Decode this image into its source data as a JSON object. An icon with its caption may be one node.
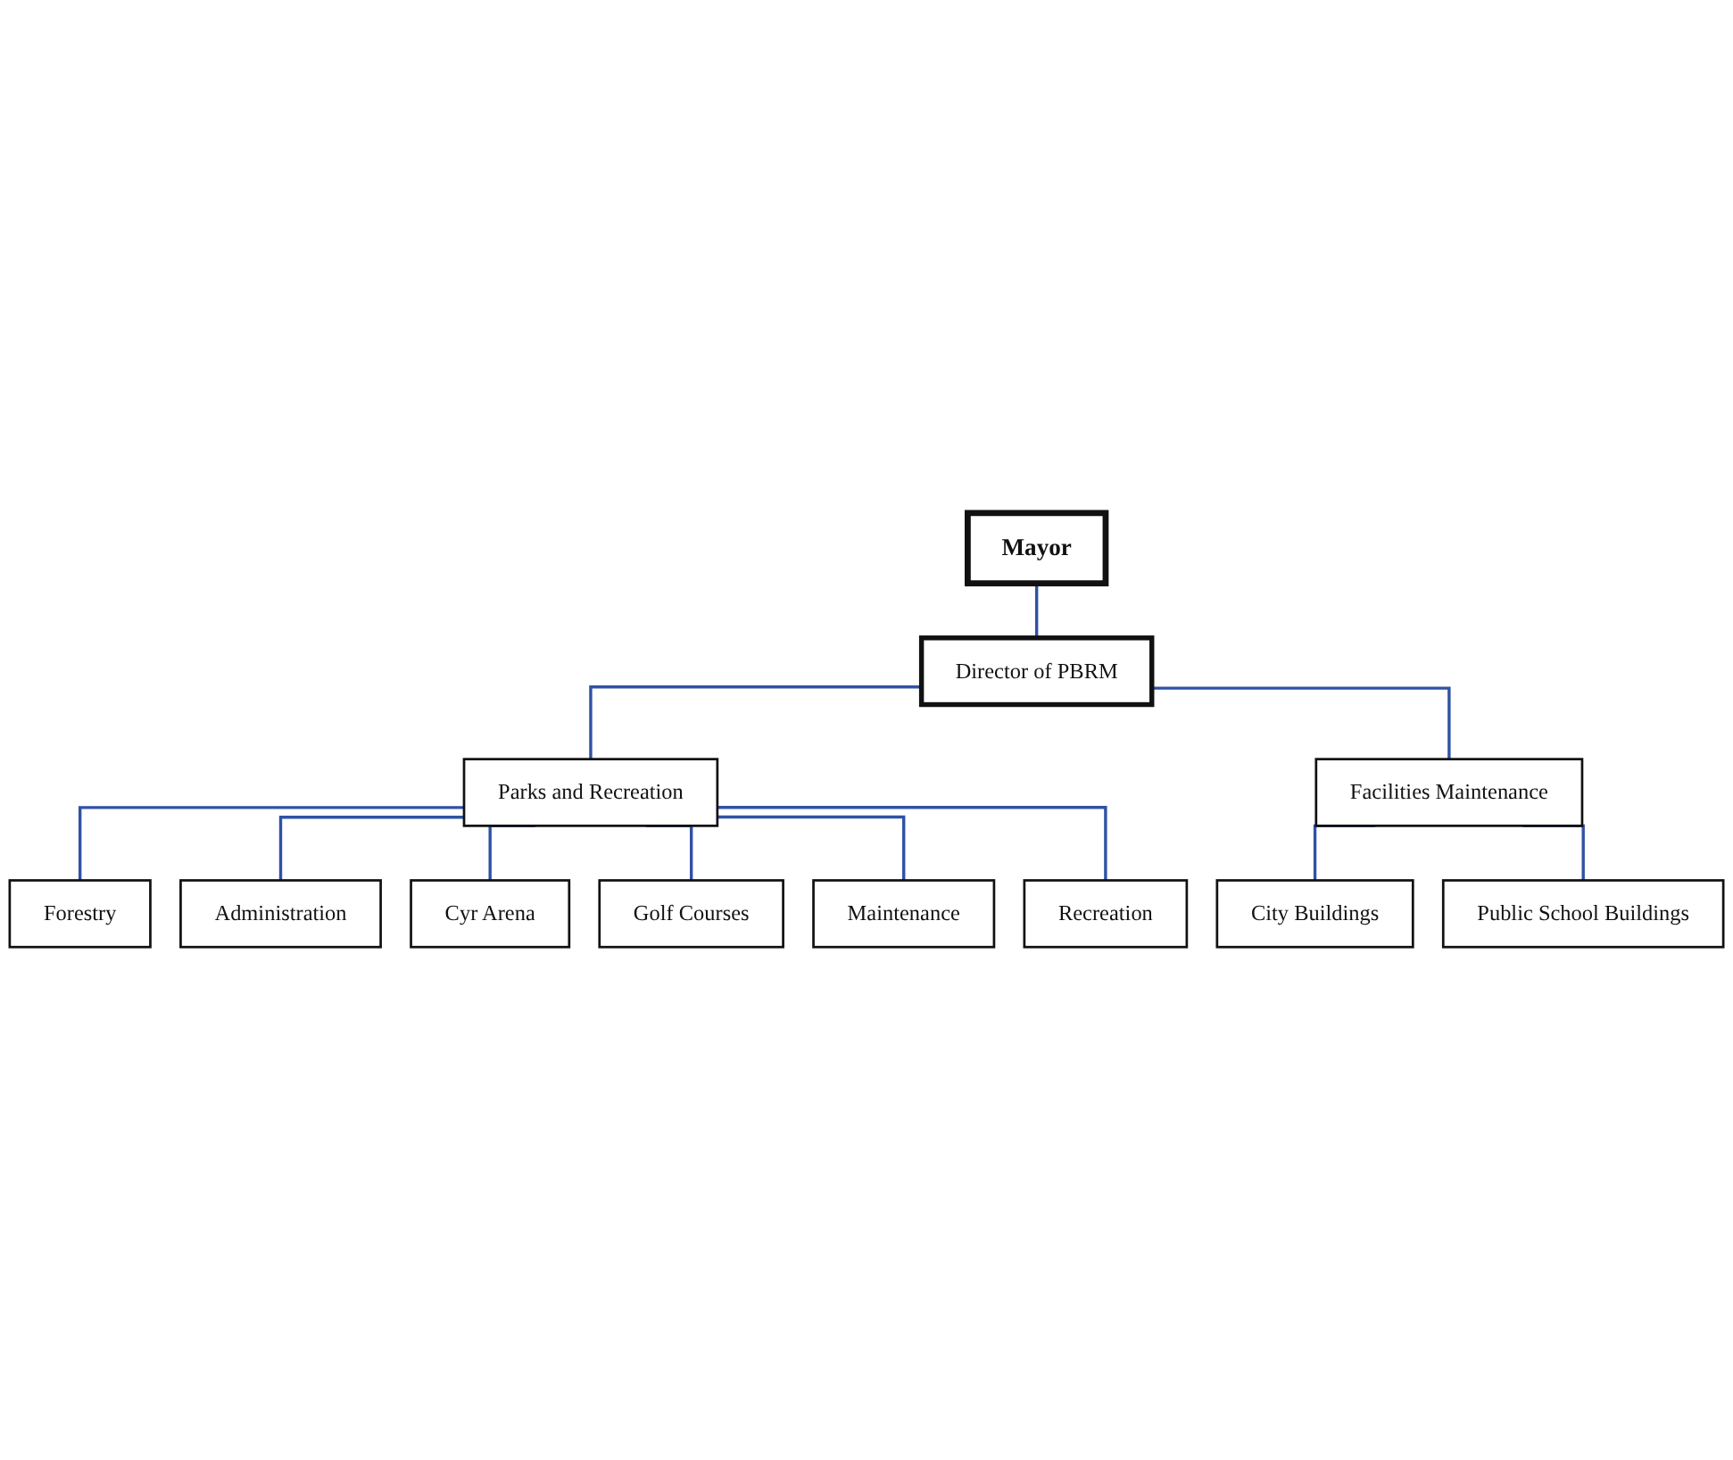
{
  "diagram": {
    "nodes": [
      {
        "text": [
          "Mayor"
        ]
      },
      {
        "text": [
          "Director of PBRM"
        ]
      },
      {
        "text": [
          "Parks and Recreation"
        ]
      },
      {
        "text": [
          "Facilities Maintenance"
        ]
      },
      {
        "text": [
          "Forestry"
        ]
      },
      {
        "text": [
          "Administration"
        ]
      },
      {
        "text": [
          "City Buildings"
        ]
      },
      {
        "text": [
          "Public School Buildings"
        ]
      },
      {
        "text": [
          "Cyr Arena"
        ]
      },
      {
        "text": [
          "Golf Courses"
        ]
      },
      {
        "text": [
          "Maintenance"
        ]
      },
      {
        "text": [
          "Recreation"
        ]
      }
    ],
    "edges": [
      {
        "from": 0,
        "to": 1,
        "arrow": "none"
      },
      {
        "from": 1,
        "to": 2,
        "arrow": "none"
      },
      {
        "from": 1,
        "to": 3,
        "arrow": "none"
      },
      {
        "from": 2,
        "to": 4,
        "arrow": "none"
      },
      {
        "from": 2,
        "to": 5,
        "arrow": "none"
      },
      {
        "from": 2,
        "to": 8,
        "arrow": "none"
      },
      {
        "from": 2,
        "to": 9,
        "arrow": "none"
      },
      {
        "from": 2,
        "to": 10,
        "arrow": "none"
      },
      {
        "from": 2,
        "to": 11,
        "arrow": "none"
      },
      {
        "from": 3,
        "to": 6,
        "arrow": "none"
      },
      {
        "from": 3,
        "to": 7,
        "arrow": "none"
      }
    ]
  }
}
